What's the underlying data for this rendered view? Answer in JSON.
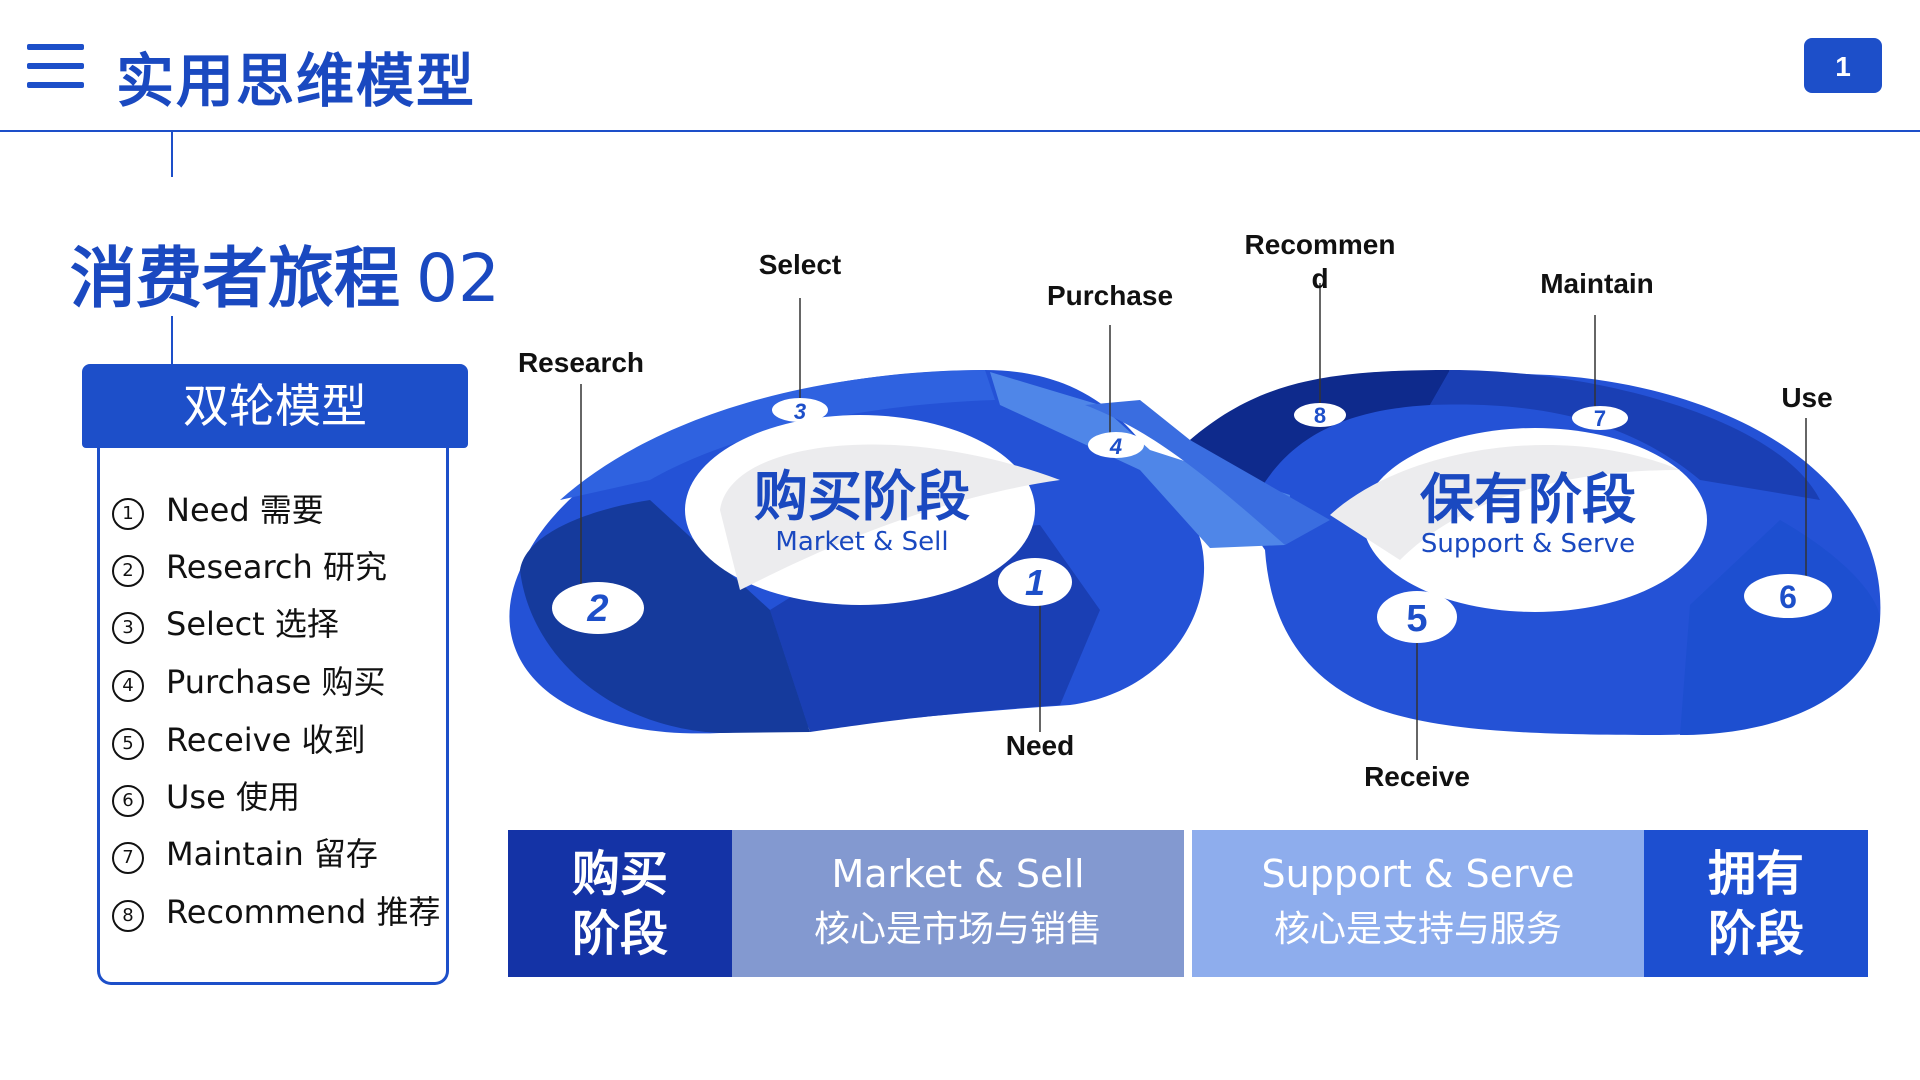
{
  "header": {
    "title": "实用思维模型",
    "page_number": "1",
    "menu_icon": "menu-icon"
  },
  "section": {
    "title": "消费者旅程",
    "number": "02"
  },
  "model": {
    "title": "双轮模型",
    "items": [
      {
        "num": "1",
        "label": "Need 需要"
      },
      {
        "num": "2",
        "label": "Research 研究"
      },
      {
        "num": "3",
        "label": "Select 选择"
      },
      {
        "num": "4",
        "label": "Purchase 购买"
      },
      {
        "num": "5",
        "label": "Receive 收到"
      },
      {
        "num": "6",
        "label": "Use 使用"
      },
      {
        "num": "7",
        "label": "Maintain 留存"
      },
      {
        "num": "8",
        "label": "Recommend 推荐"
      }
    ]
  },
  "diagram": {
    "left_loop": {
      "title": "购买阶段",
      "subtitle": "Market & Sell"
    },
    "right_loop": {
      "title": "保有阶段",
      "subtitle": "Support & Serve"
    },
    "callouts": {
      "research": "Research",
      "select": "Select",
      "purchase": "Purchase",
      "recommend_line1": "Recommen",
      "recommend_line2": "d",
      "maintain": "Maintain",
      "use": "Use",
      "need": "Need",
      "receive": "Receive"
    },
    "markers": [
      "1",
      "2",
      "3",
      "4",
      "5",
      "6",
      "7",
      "8"
    ]
  },
  "bottom": {
    "buy": {
      "line1": "购买",
      "line2": "阶段"
    },
    "market": {
      "en": "Market & Sell",
      "cn": "核心是市场与销售"
    },
    "support": {
      "en": "Support & Serve",
      "cn": "核心是支持与服务"
    },
    "own": {
      "line1": "拥有",
      "line2": "阶段"
    }
  },
  "colors": {
    "primary": "#1d4fc9",
    "dark": "#0e2a8c",
    "mid": "#2452d6",
    "light": "#4f86e8",
    "market_bg": "#8399d0",
    "support_bg": "#8eaded"
  }
}
